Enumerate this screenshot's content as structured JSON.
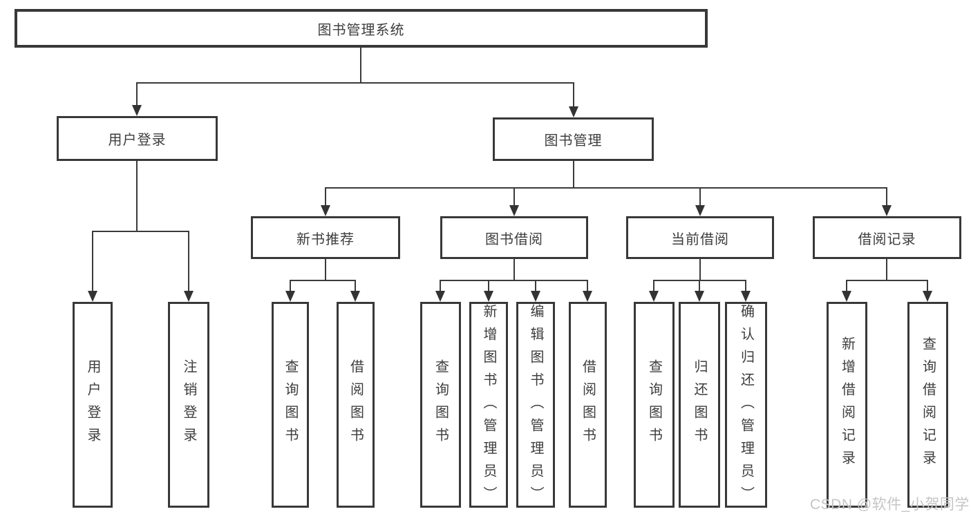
{
  "colors": {
    "background": "#ffffff",
    "line": "#3a3a3a",
    "box_border": "#383838",
    "text": "#3d3d3d",
    "watermark": "#c5c5c5"
  },
  "tree": {
    "label": "图书管理系统",
    "children": [
      {
        "label": "用户登录",
        "children": [
          {
            "label": "用户登录"
          },
          {
            "label": "注销登录"
          }
        ]
      },
      {
        "label": "图书管理",
        "children": [
          {
            "label": "新书推荐",
            "children": [
              {
                "label": "查询图书"
              },
              {
                "label": "借阅图书"
              }
            ]
          },
          {
            "label": "图书借阅",
            "children": [
              {
                "label": "查询图书"
              },
              {
                "label": "新增图书（管理员）"
              },
              {
                "label": "编辑图书（管理员）"
              },
              {
                "label": "借阅图书"
              }
            ]
          },
          {
            "label": "当前借阅",
            "children": [
              {
                "label": "查询图书"
              },
              {
                "label": "归还图书"
              },
              {
                "label": "确认归还（管理员）"
              }
            ]
          },
          {
            "label": "借阅记录",
            "children": [
              {
                "label": "新增借阅记录"
              },
              {
                "label": "查询借阅记录"
              }
            ]
          }
        ]
      }
    ]
  },
  "watermark": "CSDN @软件_小贺同学"
}
